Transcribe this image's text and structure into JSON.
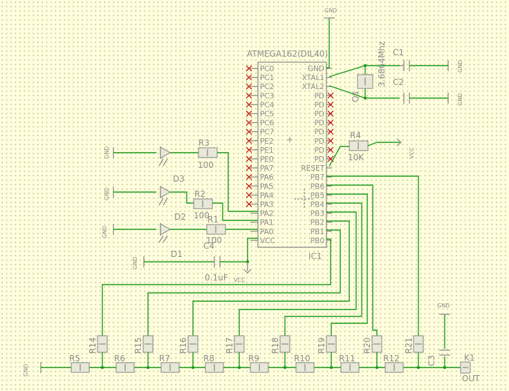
{
  "ic": {
    "title": "ATMEGA162(DIL40)",
    "name": "IC1",
    "left_pins": [
      "PC0",
      "PC1",
      "PC2",
      "PC3",
      "PC4",
      "PC5",
      "PC6",
      "PC7",
      "PE2",
      "PE1",
      "PE0",
      "PA7",
      "PA6",
      "PA5",
      "PA4",
      "PA3",
      "PA2",
      "PA1",
      "PA0",
      "VCC"
    ],
    "right_pins": [
      "GND",
      "XTAL1",
      "XTAL2",
      "PD0",
      "PD1",
      "PD2",
      "PD3",
      "PD4",
      "PD5",
      "PD6",
      "PD7",
      "RESET",
      "PB7",
      "PB6",
      "PB5",
      "PB4",
      "PB3",
      "PB2",
      "PB1",
      "PB0"
    ],
    "right_display": [
      "GND",
      "XTAL1",
      "XTAL2",
      "PD",
      "PD",
      "PD",
      "PD",
      "PD",
      "PD",
      "PD",
      "PD",
      "RESET",
      "PB7",
      "PB6",
      "PB5",
      "PB4",
      "PB3",
      "PB2",
      "PB1",
      "PB0"
    ]
  },
  "labels": {
    "gnd": "GND",
    "vcc": "VCC",
    "crystal_value": "3.6864Mhz",
    "crystal_ref": "Q1",
    "c1": "C1",
    "c2": "C2",
    "c3": "C3",
    "c4": "C4",
    "c4_value": "0.1uF",
    "r1": "R1",
    "r2": "R2",
    "r3": "R3",
    "r1_value": "100",
    "r2_value": "100",
    "r3_value": "100",
    "d1": "D1",
    "d2": "D2",
    "d3": "D3",
    "r4": "R4",
    "r4_value": "10K",
    "k1": "K1",
    "out": "OUT",
    "ladder_series": [
      "R5",
      "R6",
      "R7",
      "R8",
      "R9",
      "R10",
      "R11",
      "R12"
    ],
    "ladder_shunt": [
      "R14",
      "R15",
      "R16",
      "R17",
      "R18",
      "R19",
      "R20",
      "R21"
    ]
  },
  "colors": {
    "background": "#ffffdd",
    "wire": "#1a9a1a",
    "part": "#8c8c8c",
    "unconnected": "#c81414"
  }
}
